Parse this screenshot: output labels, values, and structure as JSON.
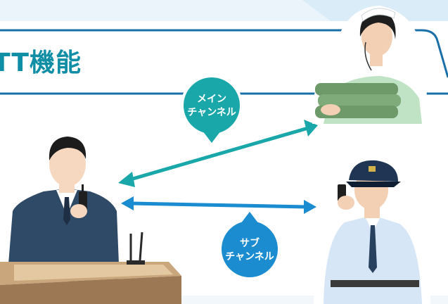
{
  "title": "TT機能",
  "main_channel": {
    "line1": "メイン",
    "line2": "チャンネル",
    "color": "#19a7a9"
  },
  "sub_channel": {
    "line1": "サブ",
    "line2": "チャンネル",
    "color": "#1a8ccf"
  },
  "frame_color": "#1a6fa8",
  "title_color": "#0f8ea6",
  "figures": [
    "receptionist",
    "housekeeper",
    "security-guard",
    "reception-desk",
    "two-way-radio"
  ]
}
